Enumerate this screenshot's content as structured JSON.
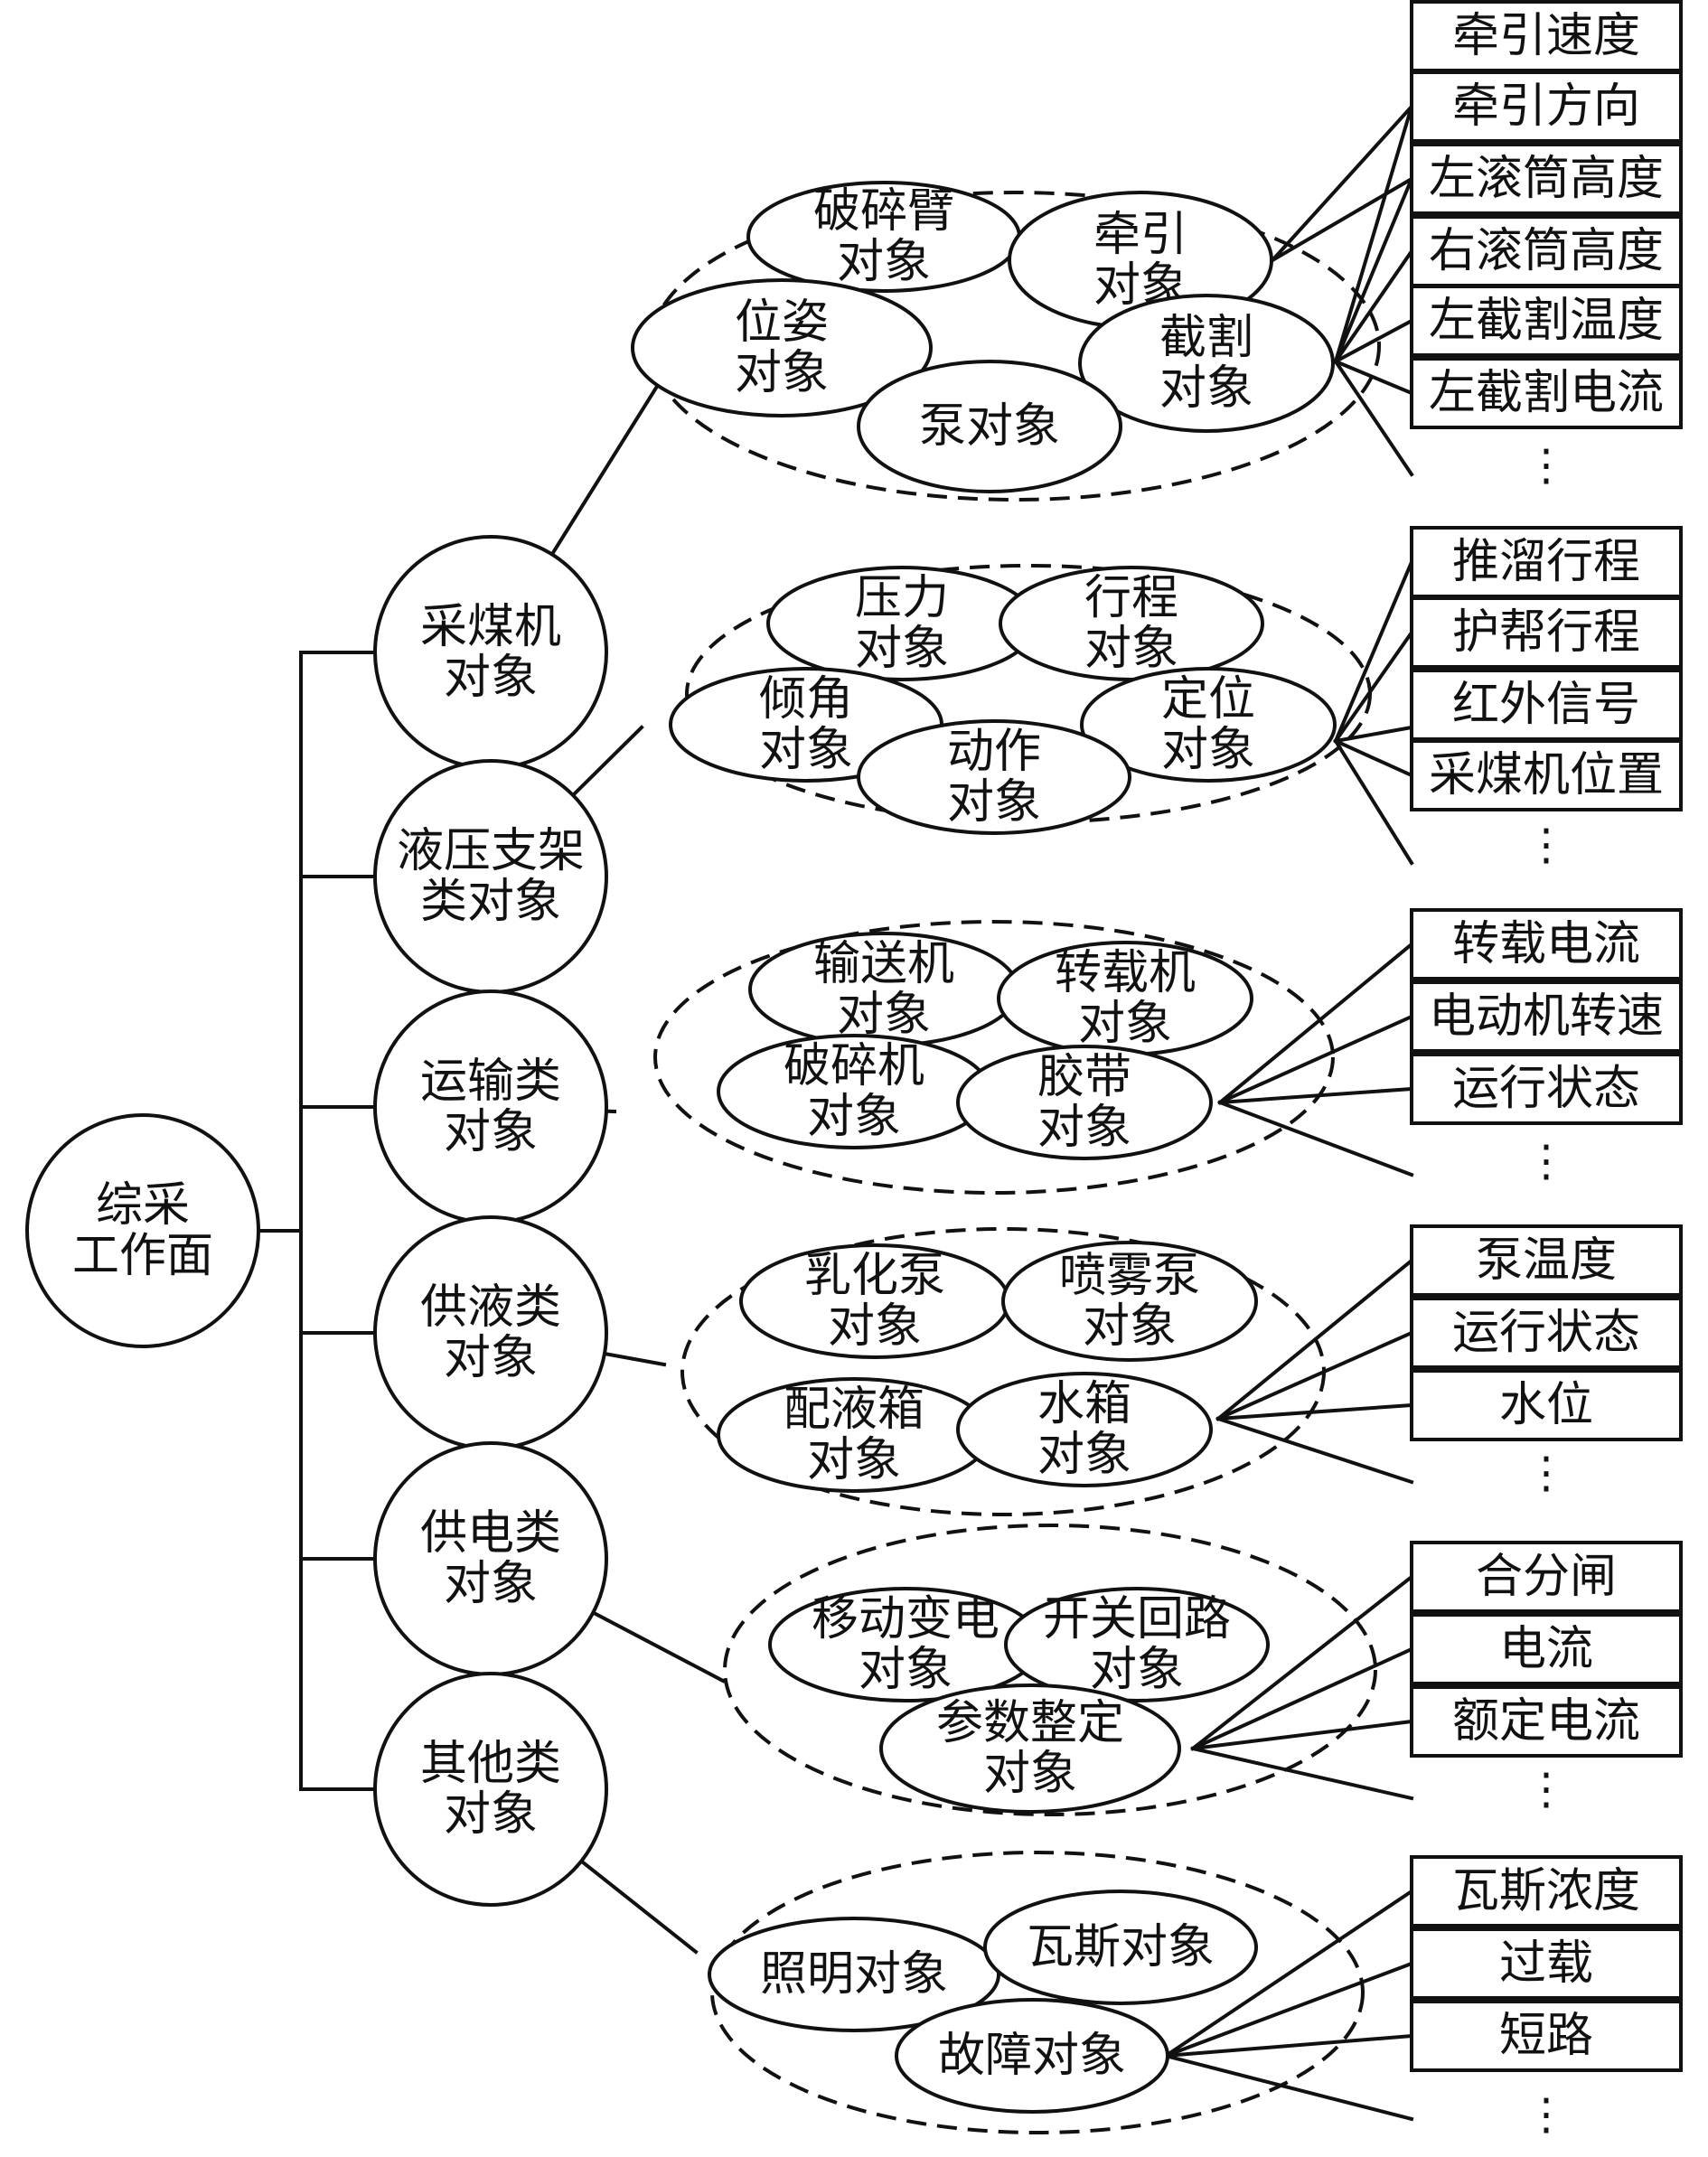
{
  "colors": {
    "stroke": "#111111",
    "background": "#ffffff"
  },
  "root": {
    "lines": [
      "综采",
      "工作面"
    ]
  },
  "groups": [
    {
      "id": "shearer",
      "category": {
        "lines": [
          "采煤机",
          "对象"
        ]
      },
      "objects": [
        {
          "lines": [
            "破碎臂",
            "对象"
          ]
        },
        {
          "lines": [
            "牵引",
            "对象"
          ]
        },
        {
          "lines": [
            "位姿",
            "对象"
          ]
        },
        {
          "lines": [
            "截割",
            "对象"
          ]
        },
        {
          "lines": [
            "泵对象"
          ]
        }
      ],
      "attributes": [
        "牵引速度",
        "牵引方向",
        "左滚筒高度",
        "右滚筒高度",
        "左截割温度",
        "左截割电流"
      ]
    },
    {
      "id": "support",
      "category": {
        "lines": [
          "液压支架",
          "类对象"
        ]
      },
      "objects": [
        {
          "lines": [
            "压力",
            "对象"
          ]
        },
        {
          "lines": [
            "行程",
            "对象"
          ]
        },
        {
          "lines": [
            "倾角",
            "对象"
          ]
        },
        {
          "lines": [
            "定位",
            "对象"
          ]
        },
        {
          "lines": [
            "动作",
            "对象"
          ]
        }
      ],
      "attributes": [
        "推溜行程",
        "护帮行程",
        "红外信号",
        "采煤机位置"
      ]
    },
    {
      "id": "transport",
      "category": {
        "lines": [
          "运输类",
          "对象"
        ]
      },
      "objects": [
        {
          "lines": [
            "输送机",
            "对象"
          ]
        },
        {
          "lines": [
            "转载机",
            "对象"
          ]
        },
        {
          "lines": [
            "破碎机",
            "对象"
          ]
        },
        {
          "lines": [
            "胶带",
            "对象"
          ]
        }
      ],
      "attributes": [
        "转载电流",
        "电动机转速",
        "运行状态"
      ]
    },
    {
      "id": "fluid",
      "category": {
        "lines": [
          "供液类",
          "对象"
        ]
      },
      "objects": [
        {
          "lines": [
            "乳化泵",
            "对象"
          ]
        },
        {
          "lines": [
            "喷雾泵",
            "对象"
          ]
        },
        {
          "lines": [
            "配液箱",
            "对象"
          ]
        },
        {
          "lines": [
            "水箱",
            "对象"
          ]
        }
      ],
      "attributes": [
        "泵温度",
        "运行状态",
        "水位"
      ]
    },
    {
      "id": "power",
      "category": {
        "lines": [
          "供电类",
          "对象"
        ]
      },
      "objects": [
        {
          "lines": [
            "移动变电",
            "对象"
          ]
        },
        {
          "lines": [
            "开关回路",
            "对象"
          ]
        },
        {
          "lines": [
            "参数整定",
            "对象"
          ]
        }
      ],
      "attributes": [
        "合分闸",
        "电流",
        "额定电流"
      ]
    },
    {
      "id": "other",
      "category": {
        "lines": [
          "其他类",
          "对象"
        ]
      },
      "objects": [
        {
          "lines": [
            "照明对象"
          ]
        },
        {
          "lines": [
            "瓦斯对象"
          ]
        },
        {
          "lines": [
            "故障对象"
          ]
        }
      ],
      "attributes": [
        "瓦斯浓度",
        "过载",
        "短路"
      ]
    }
  ],
  "ellipsis": "⋮"
}
